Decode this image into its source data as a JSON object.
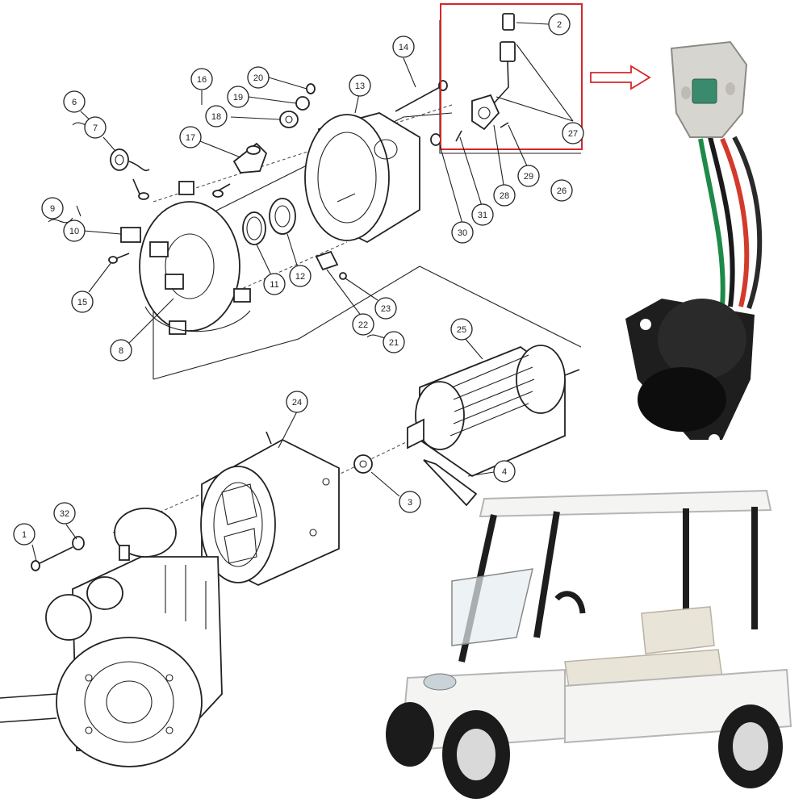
{
  "diagram": {
    "callouts": [
      {
        "id": "c1",
        "label": "1"
      },
      {
        "id": "c2",
        "label": "2"
      },
      {
        "id": "c3",
        "label": "3"
      },
      {
        "id": "c4",
        "label": "4"
      },
      {
        "id": "c6",
        "label": "6"
      },
      {
        "id": "c7",
        "label": "7"
      },
      {
        "id": "c8",
        "label": "8"
      },
      {
        "id": "c9",
        "label": "9"
      },
      {
        "id": "c10",
        "label": "10"
      },
      {
        "id": "c11",
        "label": "11"
      },
      {
        "id": "c12",
        "label": "12"
      },
      {
        "id": "c13",
        "label": "13"
      },
      {
        "id": "c14",
        "label": "14"
      },
      {
        "id": "c15",
        "label": "15"
      },
      {
        "id": "c16",
        "label": "16"
      },
      {
        "id": "c17",
        "label": "17"
      },
      {
        "id": "c18",
        "label": "18"
      },
      {
        "id": "c19",
        "label": "19"
      },
      {
        "id": "c20",
        "label": "20"
      },
      {
        "id": "c21",
        "label": "21"
      },
      {
        "id": "c22",
        "label": "22"
      },
      {
        "id": "c23",
        "label": "23"
      },
      {
        "id": "c24",
        "label": "24"
      },
      {
        "id": "c25",
        "label": "25"
      },
      {
        "id": "c26",
        "label": "26"
      },
      {
        "id": "c27",
        "label": "27"
      },
      {
        "id": "c28",
        "label": "28"
      },
      {
        "id": "c29",
        "label": "29"
      },
      {
        "id": "c30",
        "label": "30"
      },
      {
        "id": "c31",
        "label": "31"
      },
      {
        "id": "c32",
        "label": "32"
      }
    ],
    "highlight_color": "#d62728",
    "arrow_color": "#d62728",
    "wire_colors": [
      "#1a1a1a",
      "#d33a2c",
      "#1e8a4a",
      "#2a2a2a"
    ],
    "cart_body_color": "#f4f4f2",
    "cart_seat_color": "#e9e4d8"
  }
}
